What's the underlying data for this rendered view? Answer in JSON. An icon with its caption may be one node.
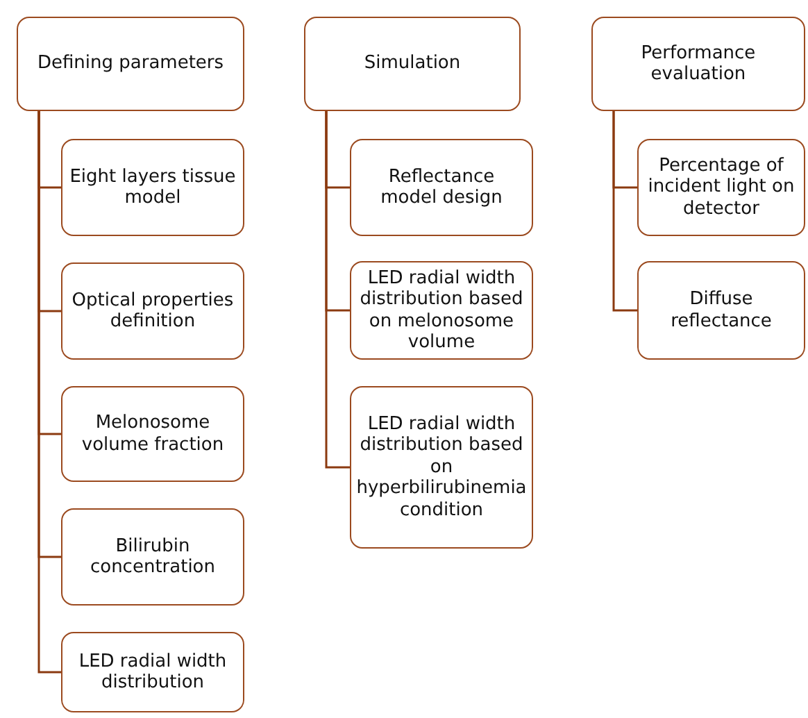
{
  "diagram": {
    "nodes": [
      {
        "text": [
          "Defining parameters"
        ]
      },
      {
        "text": [
          "Eight layers tissue model"
        ]
      },
      {
        "text": [
          "Optical properties definition"
        ]
      },
      {
        "text": [
          "Melonosome volume fraction"
        ]
      },
      {
        "text": [
          "Bilirubin concentration"
        ]
      },
      {
        "text": [
          "LED radial width distribution"
        ]
      },
      {
        "text": [
          "Simulation"
        ]
      },
      {
        "text": [
          "Reflectance model design"
        ]
      },
      {
        "text": [
          "LED radial width distribution based on melonosome volume"
        ]
      },
      {
        "text": [
          "LED radial width distribution based on hyperbilirubinemia condition"
        ]
      },
      {
        "text": [
          "Performance evaluation"
        ]
      },
      {
        "text": [
          "Percentage of incident light on detector"
        ]
      },
      {
        "text": [
          "Diffuse reflectance"
        ]
      }
    ],
    "edges": [
      {
        "from": 0,
        "to": 1,
        "arrow": "none"
      },
      {
        "from": 0,
        "to": 2,
        "arrow": "none"
      },
      {
        "from": 0,
        "to": 3,
        "arrow": "none"
      },
      {
        "from": 0,
        "to": 4,
        "arrow": "none"
      },
      {
        "from": 0,
        "to": 5,
        "arrow": "none"
      },
      {
        "from": 6,
        "to": 7,
        "arrow": "none"
      },
      {
        "from": 6,
        "to": 8,
        "arrow": "none"
      },
      {
        "from": 6,
        "to": 9,
        "arrow": "none"
      },
      {
        "from": 10,
        "to": 11,
        "arrow": "none"
      },
      {
        "from": 10,
        "to": 12,
        "arrow": "none"
      }
    ]
  }
}
